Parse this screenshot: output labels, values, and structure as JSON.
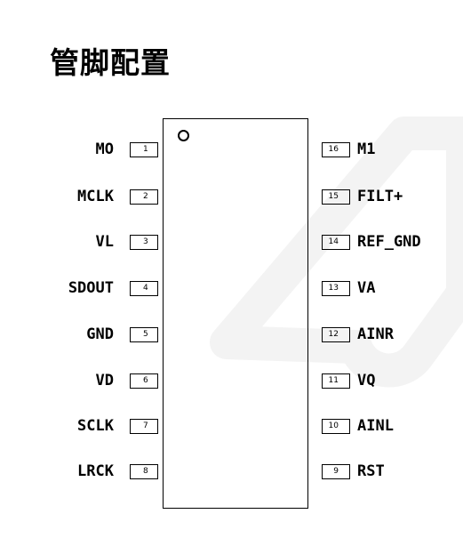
{
  "title": "管脚配置",
  "pins_left": [
    {
      "number": "1",
      "name": "MO"
    },
    {
      "number": "2",
      "name": "MCLK"
    },
    {
      "number": "3",
      "name": "VL"
    },
    {
      "number": "4",
      "name": "SDOUT"
    },
    {
      "number": "5",
      "name": "GND"
    },
    {
      "number": "6",
      "name": "VD"
    },
    {
      "number": "7",
      "name": "SCLK"
    },
    {
      "number": "8",
      "name": "LRCK"
    }
  ],
  "pins_right": [
    {
      "number": "16",
      "name": "M1"
    },
    {
      "number": "15",
      "name": "FILT+"
    },
    {
      "number": "14",
      "name": "REF_GND"
    },
    {
      "number": "13",
      "name": "VA"
    },
    {
      "number": "12",
      "name": "AINR"
    },
    {
      "number": "11",
      "name": "VQ"
    },
    {
      "number": "10",
      "name": "AINL"
    },
    {
      "number": "9",
      "name": "RST"
    }
  ],
  "colors": {
    "outline": "#000000",
    "watermark": "#f2f2f2",
    "background": "#ffffff"
  }
}
